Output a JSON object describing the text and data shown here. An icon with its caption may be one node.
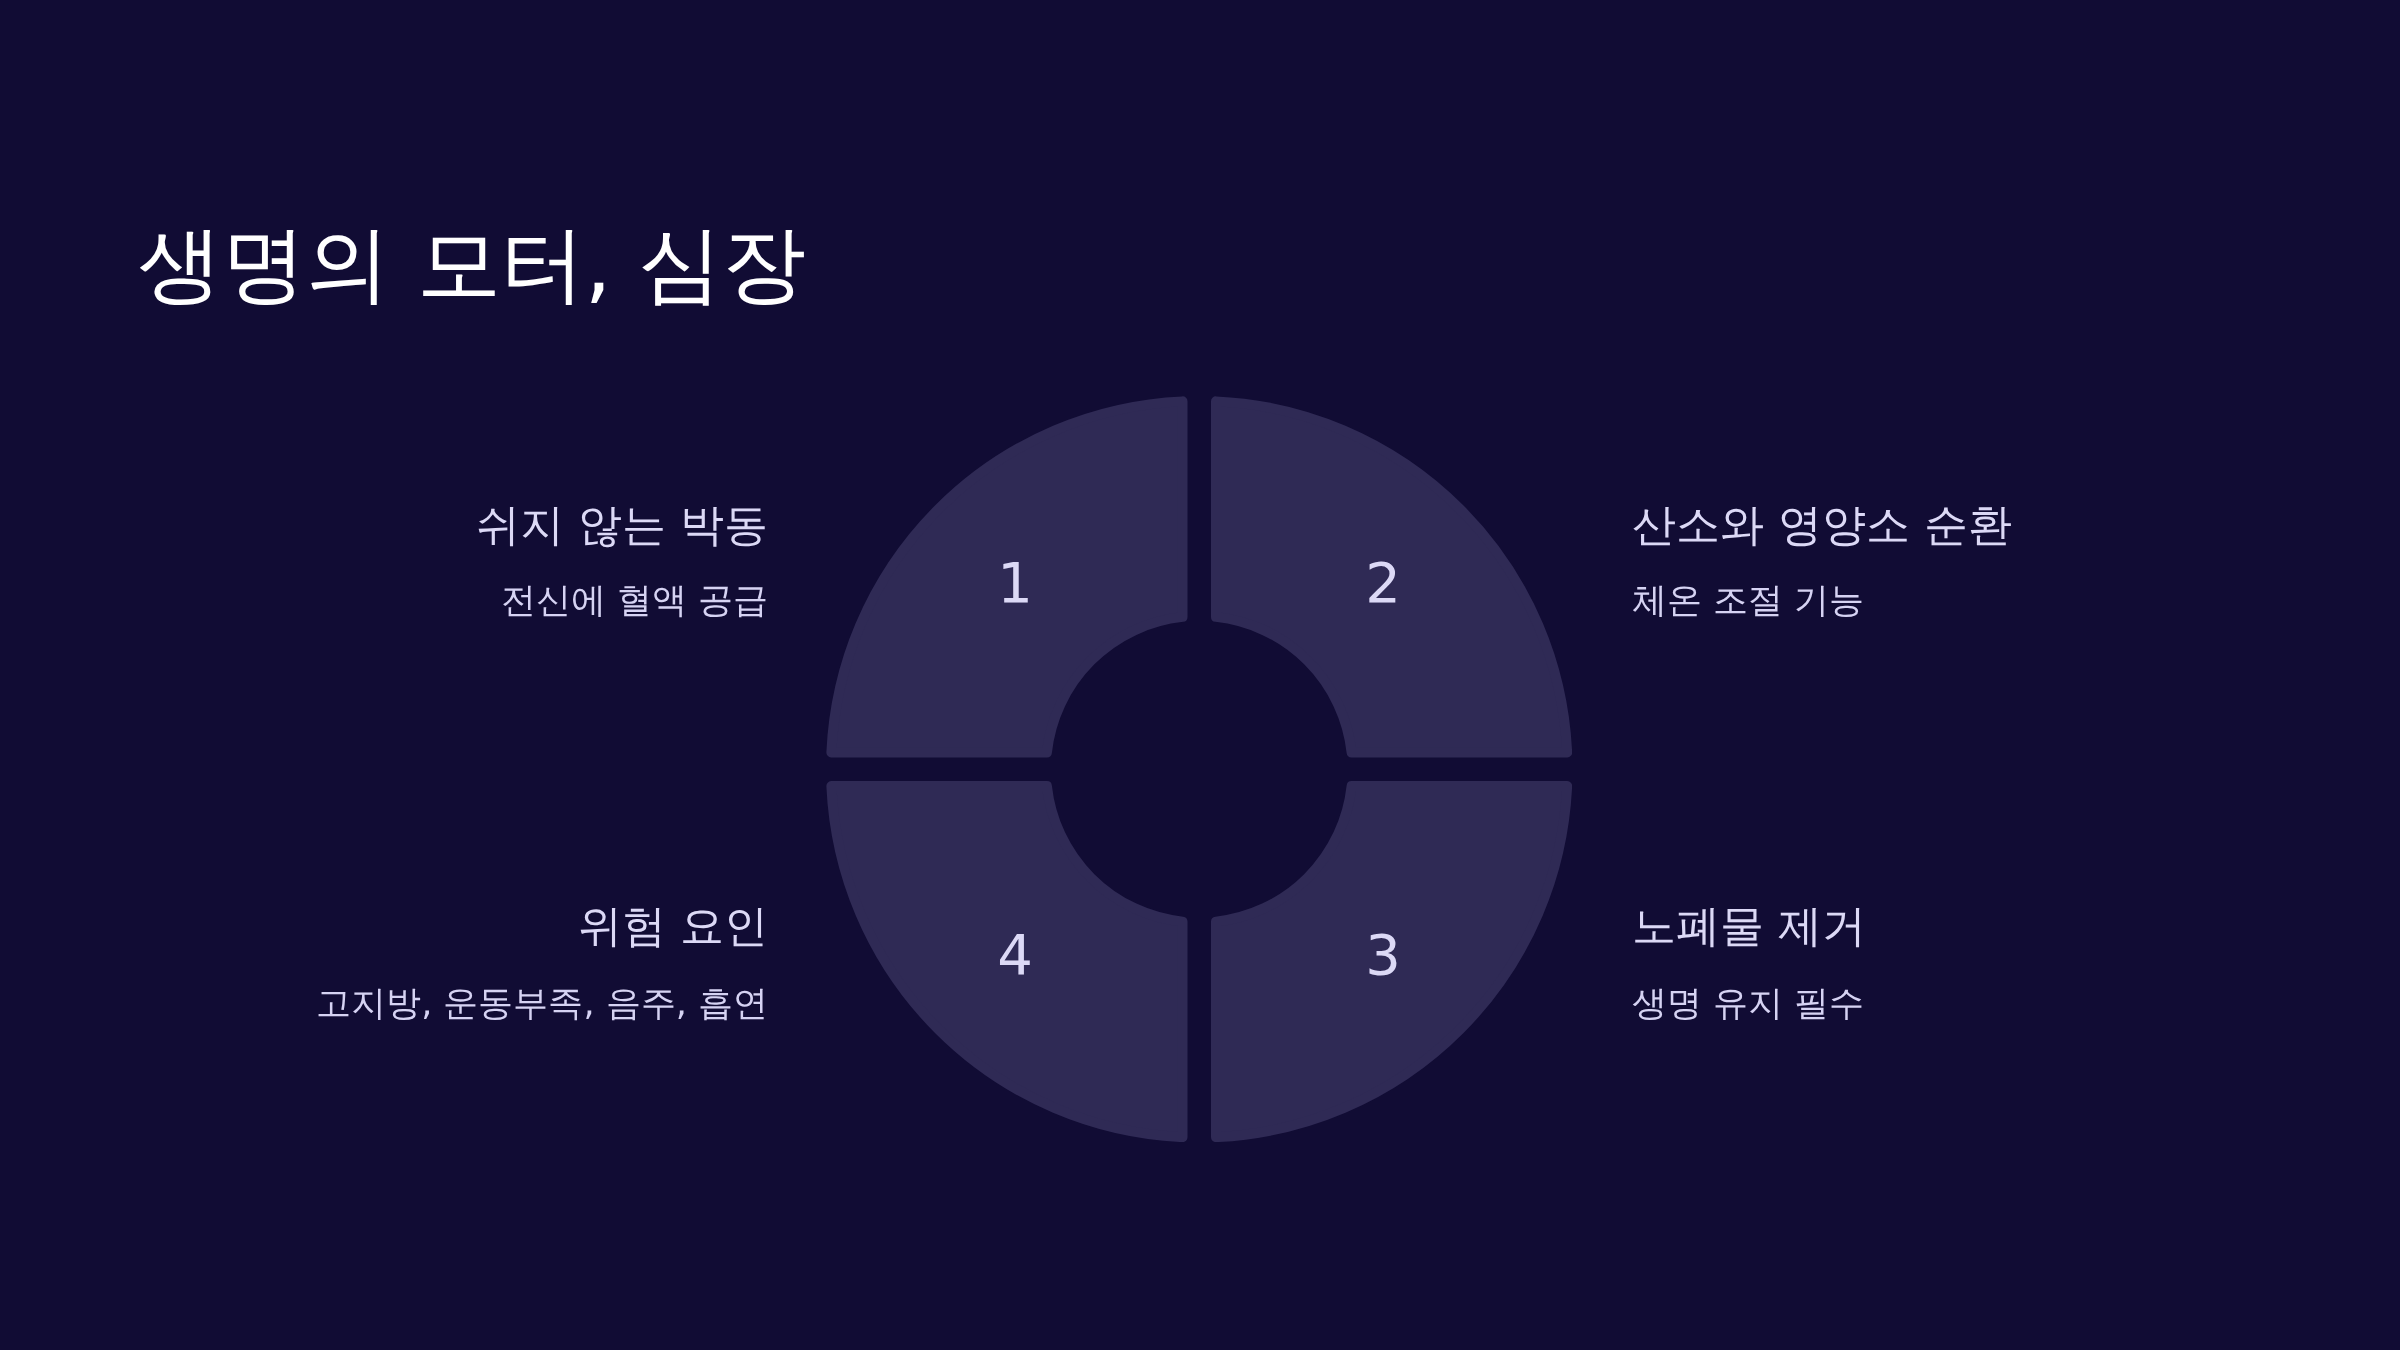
{
  "diagram": {
    "title": "생명의 모터, 심장",
    "nodes": [
      {
        "text": [
          "1"
        ],
        "beside": [
          "쉬지 않는 박동",
          "전신에 혈액 공급"
        ]
      },
      {
        "text": [
          "2"
        ],
        "beside": [
          "산소와 영양소 순환",
          "체온 조절 기능"
        ]
      },
      {
        "text": [
          "3"
        ],
        "beside": [
          "노폐물 제거",
          "생명 유지 필수"
        ]
      },
      {
        "text": [
          "4"
        ],
        "beside": [
          "위험 요인",
          "고지방, 운동부족, 음주, 흡연"
        ]
      }
    ]
  }
}
